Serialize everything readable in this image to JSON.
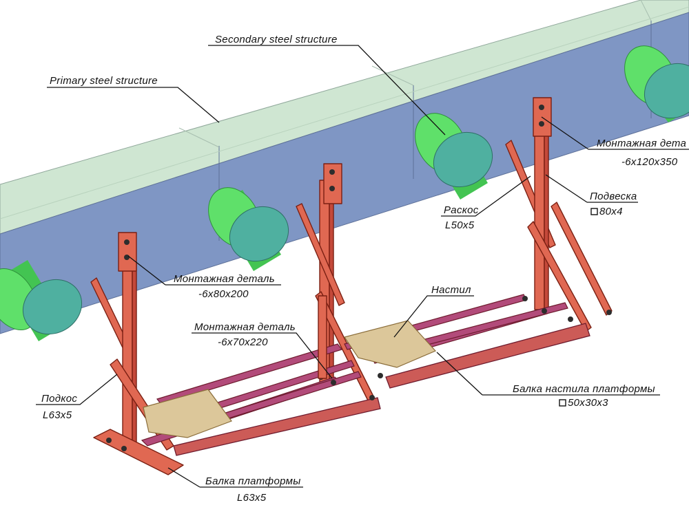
{
  "labels": {
    "primary": "Primary steel structure",
    "secondary": "Secondary steel structure",
    "mount_detail_1_title": "Монтажная деталь",
    "mount_detail_1_size": "-6х80х200",
    "mount_detail_2_title": "Монтажная деталь",
    "mount_detail_2_size": "-6х70х220",
    "mount_detail_3_title": "Монтажная дета",
    "mount_detail_3_size": "-6х120х350",
    "brace_title": "Раскос",
    "brace_size": "L50x5",
    "hanger_title": "Подвеска",
    "hanger_size": "80х4",
    "deck_title": "Настил",
    "deck_beam_title": "Балка настила платформы",
    "deck_beam_size": "50х30х3",
    "strut_title": "Подкос",
    "strut_size": "L63x5",
    "platform_beam_title": "Балка платформы",
    "platform_beam_size": "L63x5"
  },
  "colors": {
    "primary_side": "#7f96c4",
    "primary_top": "#cfe6d2",
    "pipe": "#5fe06a",
    "steel": "#e06852",
    "deck": "#dcc79a",
    "beam": "#b24b7a"
  }
}
